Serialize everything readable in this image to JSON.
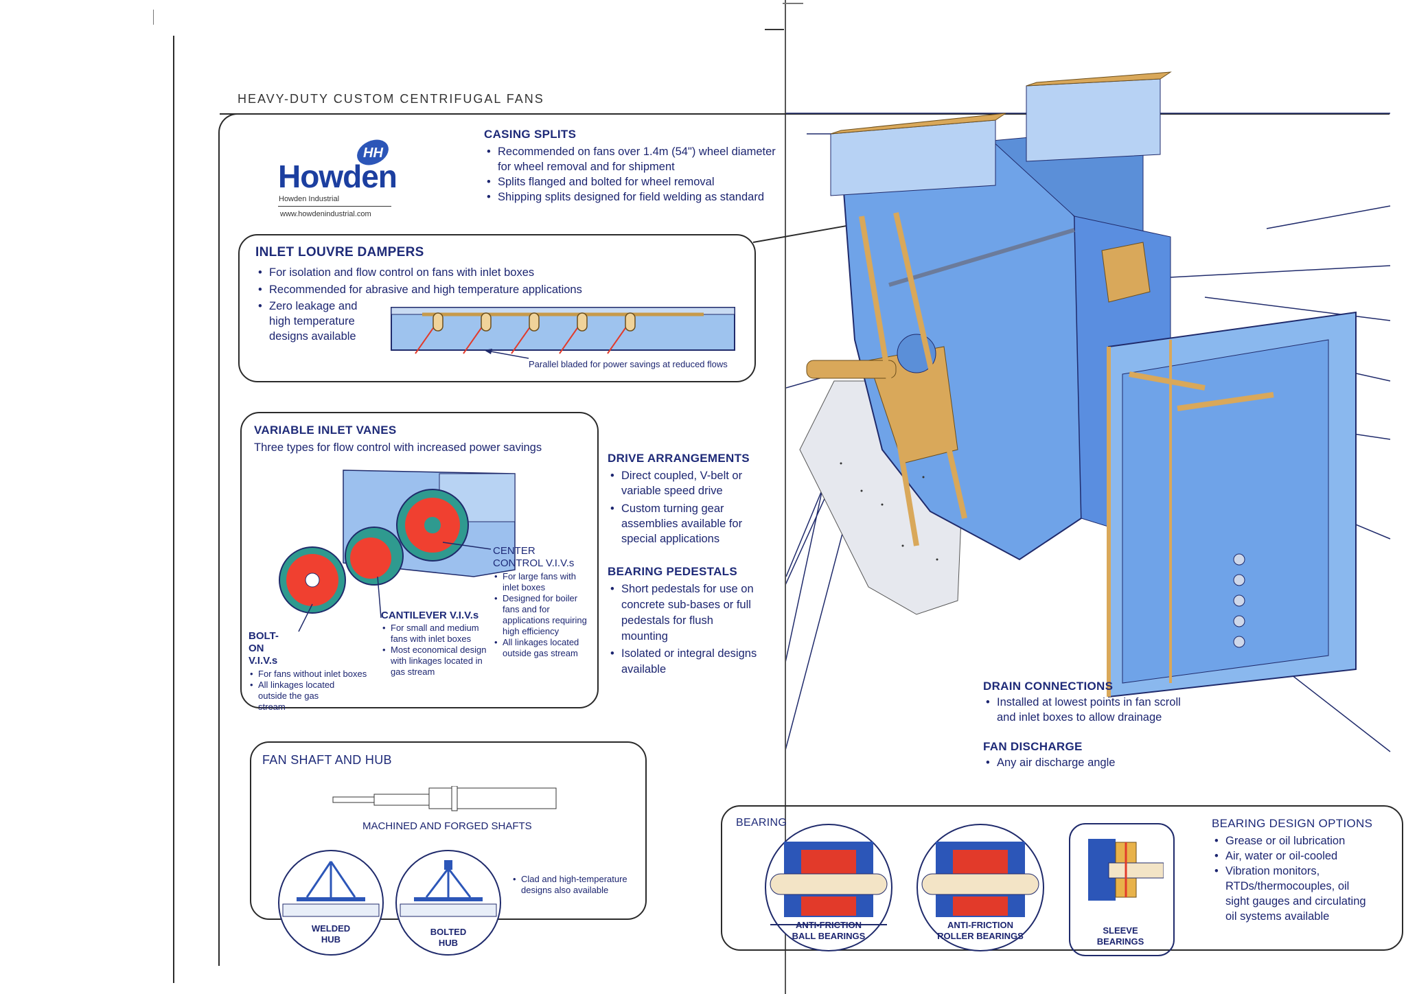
{
  "page_title": "HEAVY-DUTY CUSTOM CENTRIFUGAL FANS",
  "logo": {
    "name": "Howden",
    "sub": "Howden Industrial",
    "url": "www.howdenindustrial.com"
  },
  "casing_splits": {
    "title": "CASING SPLITS",
    "items": [
      "Recommended on fans over 1.4m (54\") wheel diameter",
      "for wheel removal and for shipment",
      "Splits flanged and bolted for wheel removal",
      "Shipping splits designed for field welding as standard"
    ]
  },
  "inlet_louvre": {
    "title": "INLET LOUVRE DAMPERS",
    "items": [
      "For isolation and flow control on fans with inlet boxes",
      "Recommended for abrasive and high temperature applications",
      "Zero leakage and high temperature designs available"
    ],
    "caption": "Parallel bladed for power savings at reduced flows"
  },
  "variable_inlet_vanes": {
    "title": "VARIABLE INLET VANES",
    "subtitle": "Three types for flow control with increased power savings",
    "center": {
      "title": "CENTER CONTROL V.I.V.s",
      "items": [
        "For large fans with inlet boxes",
        "Designed for boiler fans and for applications requiring high efficiency",
        "All linkages located outside gas stream"
      ]
    },
    "cantilever": {
      "title": "CANTILEVER V.I.V.s",
      "items": [
        "For small and medium fans with inlet boxes",
        "Most economical design with linkages located in gas stream"
      ]
    },
    "bolt_on": {
      "title": "BOLT-ON V.I.V.s",
      "items": [
        "For fans without inlet boxes",
        "All linkages located outside the gas stream"
      ]
    }
  },
  "drive": {
    "title": "DRIVE ARRANGEMENTS",
    "items": [
      "Direct coupled, V-belt or variable speed drive",
      "Custom turning gear assemblies available for special applications"
    ]
  },
  "bearing_pedestals": {
    "title": "BEARING PEDESTALS",
    "items": [
      "Short pedestals for use on concrete sub-bases or full pedestals for flush mounting",
      "Isolated or integral designs available"
    ]
  },
  "fan_shaft": {
    "title": "FAN SHAFT AND HUB",
    "shaft_caption": "MACHINED AND FORGED SHAFTS",
    "welded": "WELDED HUB",
    "bolted": "BOLTED HUB",
    "note": "Clad and high-temperature designs also available"
  },
  "drain": {
    "title": "DRAIN CONNECTIONS",
    "items": [
      "Installed at lowest points in fan scroll and inlet boxes to allow drainage"
    ]
  },
  "discharge": {
    "title": "FAN DISCHARGE",
    "items": [
      "Any air discharge angle"
    ]
  },
  "bearings_panel": {
    "title": "BEARING",
    "ball": "ANTI-FRICTION BALL BEARINGS",
    "roller": "ANTI-FRICTION ROLLER BEARINGS",
    "sleeve": "SLEEVE BEARINGS",
    "options_title": "BEARING DESIGN OPTIONS",
    "options": [
      "Grease or oil lubrication",
      "Air, water or oil-cooled",
      "Vibration monitors, RTDs/thermocouples, oil sight gauges and circulating oil systems available"
    ]
  },
  "colors": {
    "navy": "#1e2a78",
    "fan_blue": "#6fa3e8",
    "tan": "#d9a85a",
    "red": "#e23a2a",
    "teal": "#2f9a8f"
  }
}
